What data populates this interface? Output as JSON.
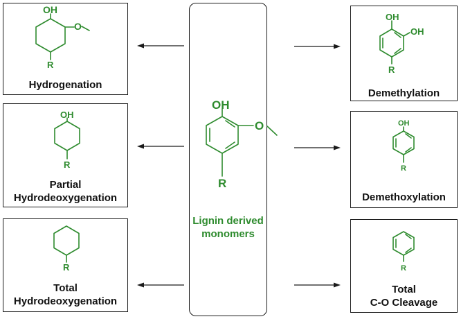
{
  "center": {
    "title_line1": "Lignin derived",
    "title_line2": "monomers",
    "oh": "OH",
    "r": "R"
  },
  "products": {
    "hydrogenation": {
      "label": "Hydrogenation",
      "oh": "OH",
      "r": "R"
    },
    "partial_hdo": {
      "label_line1": "Partial",
      "label_line2": "Hydrodeoxygenation",
      "oh": "OH",
      "r": "R"
    },
    "total_hdo": {
      "label_line1": "Total",
      "label_line2": "Hydrodeoxygenation",
      "r": "R"
    },
    "demethylation": {
      "label": "Demethylation",
      "oh1": "OH",
      "oh2": "OH",
      "r": "R"
    },
    "demethoxylation": {
      "label": "Demethoxylation",
      "oh": "OH",
      "r": "R"
    },
    "total_co": {
      "label_line1": "Total",
      "label_line2": "C-O Cleavage",
      "r": "R"
    }
  },
  "colors": {
    "structure": "#2e8b2e",
    "line": "#1a1a1a"
  }
}
